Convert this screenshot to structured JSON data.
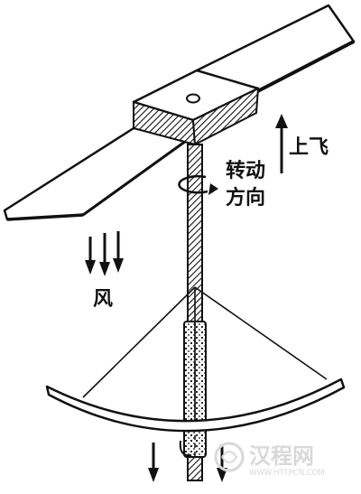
{
  "labels": {
    "up_fly": "上飞",
    "rotation": "转动",
    "direction": "方向",
    "wind": "风"
  },
  "watermark": {
    "brand": "汉程网",
    "url": "WWW.HTTPCN.COM"
  },
  "colors": {
    "ink": "#111111",
    "paper": "#ffffff",
    "watermark": "#d8d8d8"
  }
}
